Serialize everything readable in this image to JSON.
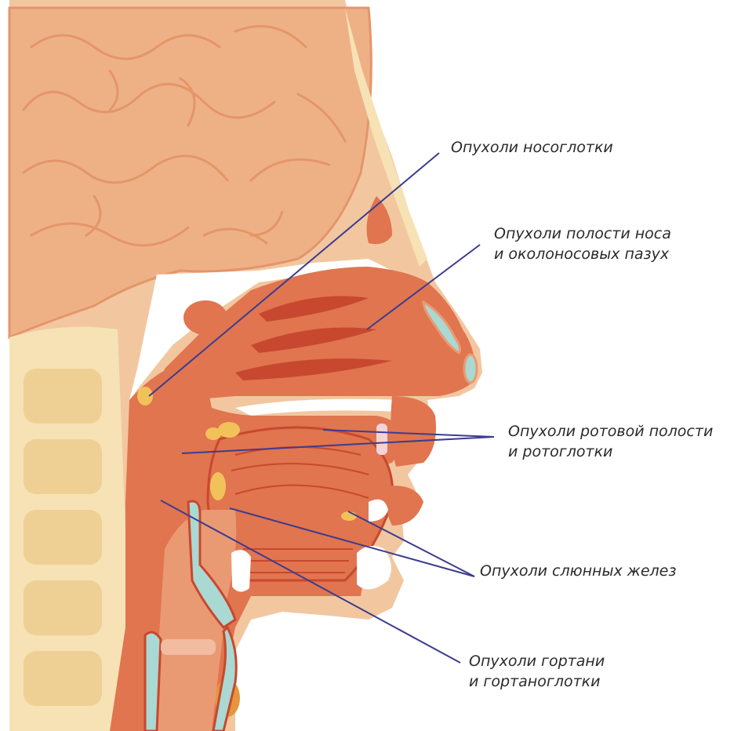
{
  "colors": {
    "skin": "#f2c7a0",
    "skin_light": "#f7d9ba",
    "brain": "#eeb185",
    "brain_line": "#e4956a",
    "bone": "#f6e2b5",
    "bone_dark": "#efd094",
    "tissue": "#e0754f",
    "tissue_dark": "#c8482f",
    "tissue_light": "#ea9a73",
    "cartilage": "#a9d9d2",
    "gland": "#f2c25a",
    "leader": "#3d3c8e"
  },
  "labels": {
    "nasopharynx": "Опухоли носоглотки",
    "nasal_line1": "Опухоли полости носа",
    "nasal_line2": "и околоносовых пазух",
    "oral_line1": "Опухоли ротовой полости",
    "oral_line2": "и ротоглотки",
    "salivary": "Опухоли слюнных желез",
    "larynx_line1": "Опухоли гортани",
    "larynx_line2": "и гортаноглотки"
  }
}
